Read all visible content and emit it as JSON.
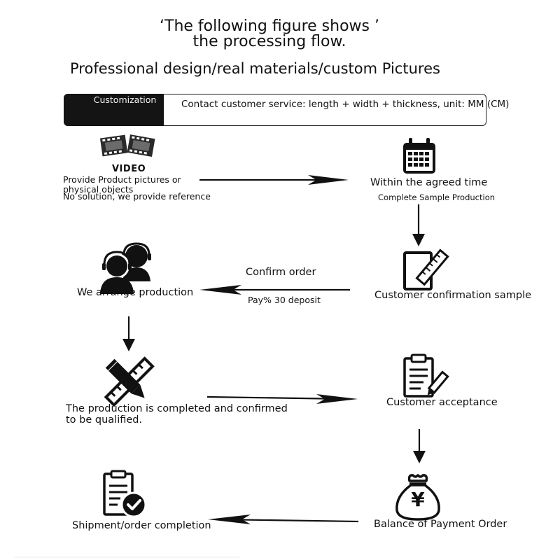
{
  "header": {
    "title_line1": "‘The following figure shows ’",
    "title_line2": "the processing flow.",
    "subtitle": "Professional design/real materials/custom Pictures"
  },
  "banner": {
    "tag": "Customization",
    "text": "Contact customer service: length + width + thickness, unit: MM (CM)"
  },
  "steps": {
    "provide": {
      "icon_text": "VIDEO",
      "line1": "Provide Product pictures or",
      "line2": "physical objects",
      "line3": "No solution, we provide reference"
    },
    "agreed_time": {
      "title": "Within the agreed time",
      "sub": "Complete Sample Production"
    },
    "confirm_sample": {
      "title": "Customer confirmation sample"
    },
    "confirm_order": {
      "top": "Confirm order",
      "bottom": "Pay% 30 deposit"
    },
    "production": {
      "title": "We arrange production"
    },
    "completed": {
      "line1": "The production is completed and confirmed",
      "line2": "to be qualified."
    },
    "acceptance": {
      "title": "Customer acceptance"
    },
    "balance": {
      "icon_text": "¥",
      "title": "Balance of Payment Order"
    },
    "shipment": {
      "title": "Shipment/order completion"
    }
  },
  "colors": {
    "ink": "#111111",
    "banner_tag_bg": "#141414",
    "banner_tag_text": "#f2f2f2"
  }
}
